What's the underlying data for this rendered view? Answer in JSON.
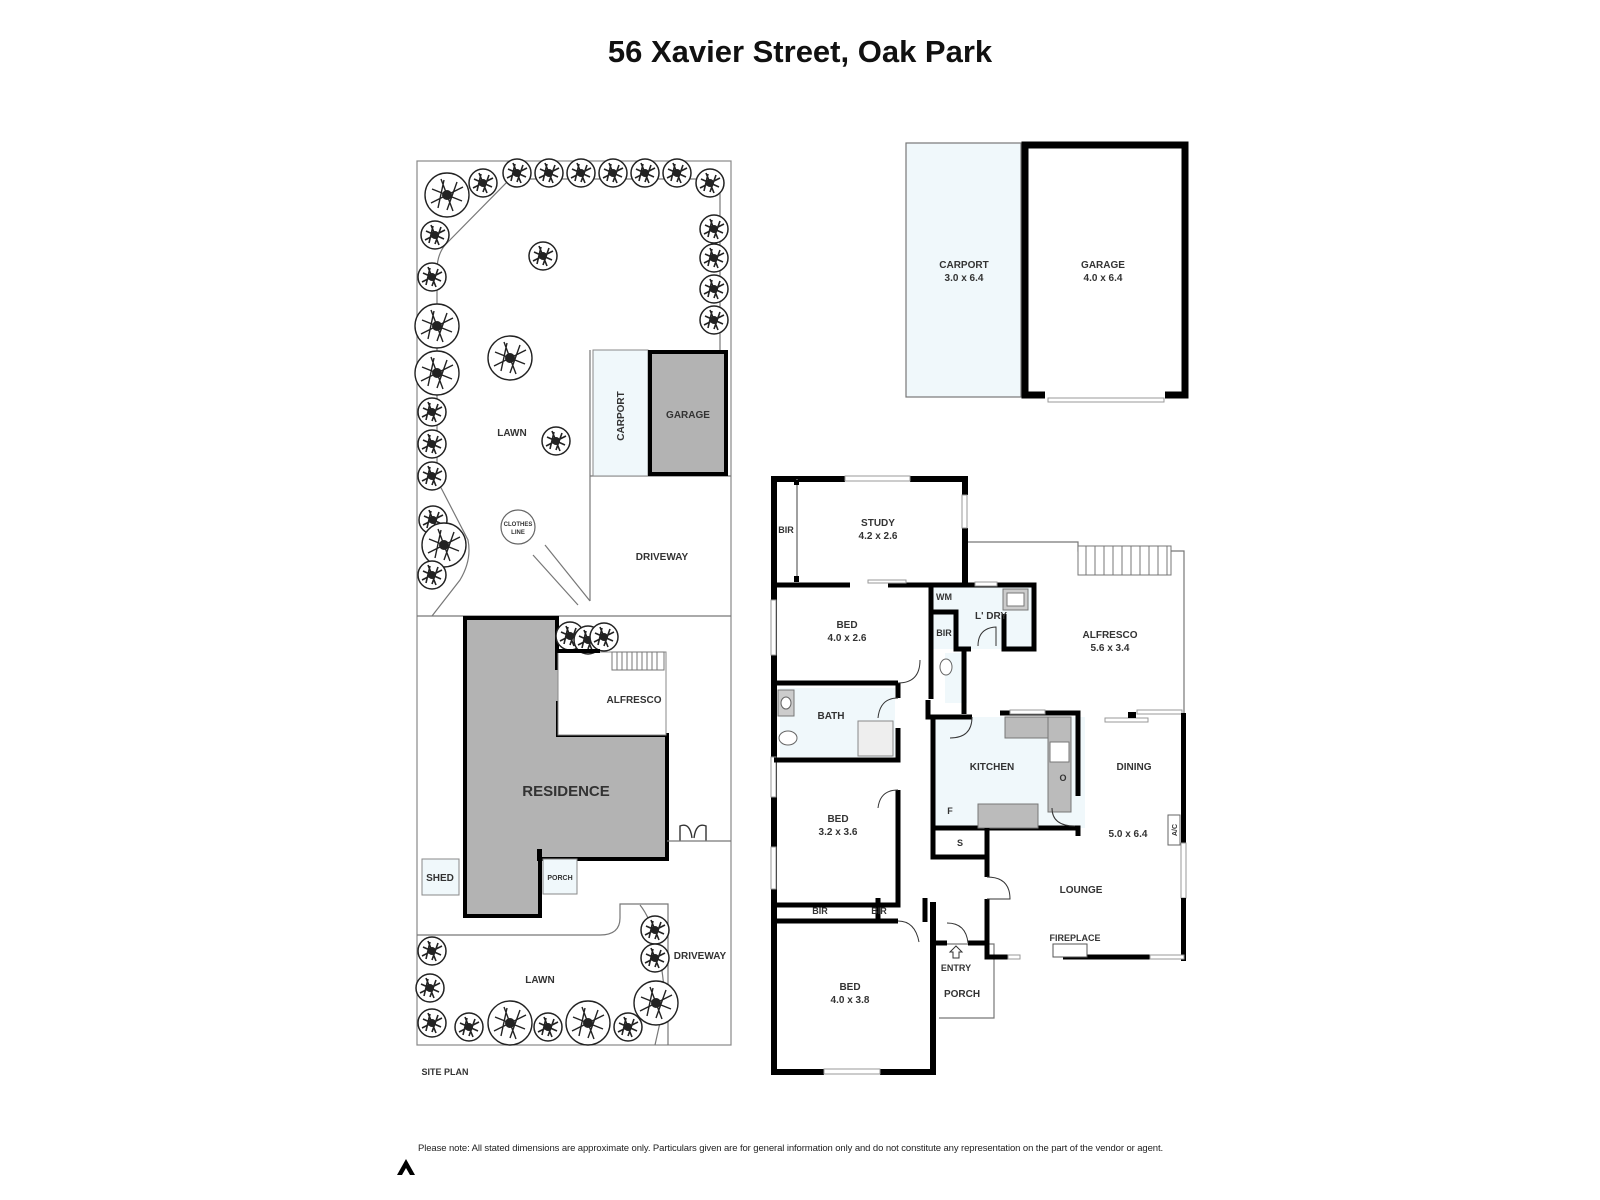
{
  "title": "56 Xavier Street, Oak Park",
  "disclaimer": "Please note: All stated dimensions are approximate only. Particulars given are for general information only and do not constitute any representation on the part of the vendor or agent.",
  "colors": {
    "wall": "#000000",
    "wet_area_fill": "#f0f8fb",
    "residence_fill": "#b3b3b3",
    "carport_fill": "#f0f8fb"
  },
  "site_plan": {
    "label": "SITE PLAN",
    "areas": {
      "lawn_top": "LAWN",
      "carport": "CARPORT",
      "garage": "GARAGE",
      "clothes_line_1": "CLOTHES",
      "clothes_line_2": "LINE",
      "driveway_top": "DRIVEWAY",
      "alfresco": "ALFRESCO",
      "residence": "RESIDENCE",
      "shed": "SHED",
      "porch": "PORCH",
      "lawn_bottom": "LAWN",
      "driveway_bottom": "DRIVEWAY"
    }
  },
  "outbuildings": {
    "carport": {
      "name": "CARPORT",
      "dims": "3.0 x 6.4"
    },
    "garage": {
      "name": "GARAGE",
      "dims": "4.0 x 6.4"
    }
  },
  "floor_plan": {
    "study": {
      "name": "STUDY",
      "dims": "4.2 x 2.6"
    },
    "study_bir": "BIR",
    "bed1": {
      "name": "BED",
      "dims": "4.0 x 2.6"
    },
    "bed1_bir": "BIR",
    "wm": "WM",
    "laundry": "L' DRY",
    "alfresco": {
      "name": "ALFRESCO",
      "dims": "5.6 x 3.4"
    },
    "bath": "BATH",
    "kitchen": "KITCHEN",
    "fridge": "F",
    "oven": "O",
    "dining": "DINING",
    "dining_lounge_dims": "5.0 x 6.4",
    "ac": "A/C",
    "bed2": {
      "name": "BED",
      "dims": "3.2 x 3.6"
    },
    "store": "S",
    "lounge": "LOUNGE",
    "fireplace": "FIREPLACE",
    "bir_a": "BIR",
    "bir_b": "BIR",
    "entry": "ENTRY",
    "porch": "PORCH",
    "bed3": {
      "name": "BED",
      "dims": "4.0 x 3.8"
    }
  }
}
